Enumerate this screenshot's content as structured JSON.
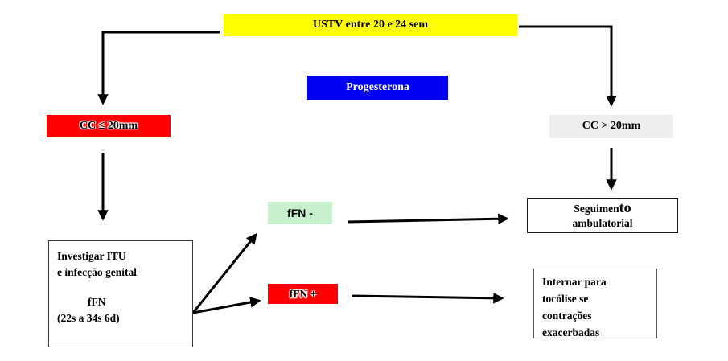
{
  "diagram": {
    "title": "fluxograma USTV 20-24 semanas",
    "nodes": {
      "ustv": {
        "label": "USTV entre 20 e 24 sem",
        "bg": "#ffff00",
        "text_color": "#000000"
      },
      "progesterona": {
        "label": "Progesterona",
        "bg": "#0000f2",
        "text_color": "#ffffff"
      },
      "cc_le_20": {
        "label": "CC ≤ 20mm",
        "bg": "#ff0000",
        "text_color": "#000000"
      },
      "cc_gt_20": {
        "label": "CC > 20mm",
        "bg": "#eeeeee",
        "text_color": "#000000"
      },
      "investigar": {
        "line1": "Investigar ITU",
        "line2": "e infecção genital",
        "line3": "fFN",
        "line4": "(22s a 34s 6d)",
        "bg": "#ffffff"
      },
      "ffn_neg": {
        "label": "fFN -",
        "bg": "#c6efce",
        "text_color": "#000000"
      },
      "ffn_pos": {
        "label": "fFN +",
        "bg": "#ff0000",
        "text_color": "#000000"
      },
      "seguimento": {
        "line1_part1": "Seguimen",
        "line1_part2": "to",
        "line2": "ambulatorial",
        "bg": "#ffffff"
      },
      "internar": {
        "line1": "Internar para",
        "line2": "tocólise se",
        "line3": "contrações",
        "line4": "exacerbadas",
        "bg": "#ffffff"
      }
    },
    "edges": [
      {
        "from": "ustv",
        "to": "cc_le_20"
      },
      {
        "from": "ustv",
        "to": "cc_gt_20"
      },
      {
        "from": "cc_le_20",
        "to": "investigar"
      },
      {
        "from": "cc_gt_20",
        "to": "seguimento"
      },
      {
        "from": "investigar",
        "to": "ffn_neg"
      },
      {
        "from": "investigar",
        "to": "ffn_pos"
      },
      {
        "from": "ffn_neg",
        "to": "seguimento"
      },
      {
        "from": "ffn_pos",
        "to": "internar"
      }
    ],
    "colors": {
      "arrow": "#000000",
      "yellow": "#ffff00",
      "blue": "#0000f2",
      "red": "#ff0000",
      "light_gray": "#eeeeee",
      "light_green": "#c6efce"
    }
  }
}
